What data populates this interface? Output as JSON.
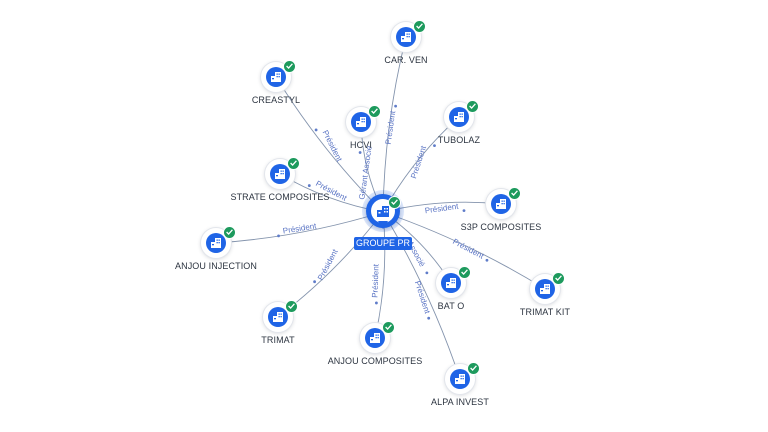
{
  "center": {
    "label": "GROUPE PR"
  },
  "colors": {
    "accent": "#1f64e6",
    "verified": "#1d9a5d",
    "edge": "#8494ad",
    "edge_label": "#5a74c4"
  },
  "icons": {
    "company": "building-icon",
    "status": "check-icon"
  },
  "nodes": [
    {
      "id": "car-ven",
      "label": "CAR. VEN",
      "relation": "Président"
    },
    {
      "id": "creastyl",
      "label": "CREASTYL",
      "relation": "Président"
    },
    {
      "id": "hcvi",
      "label": "HCVI",
      "relation": "Gérant Associé"
    },
    {
      "id": "tubolaz",
      "label": "TUBOLAZ",
      "relation": "Président"
    },
    {
      "id": "strate-composites",
      "label": "STRATE COMPOSITES",
      "relation": "Président"
    },
    {
      "id": "s3p-composites",
      "label": "S3P COMPOSITES",
      "relation": "Président"
    },
    {
      "id": "anjou-injection",
      "label": "ANJOU INJECTION",
      "relation": "Président"
    },
    {
      "id": "trimat-kit",
      "label": "TRIMAT KIT",
      "relation": "Président"
    },
    {
      "id": "bat-o",
      "label": "BAT O",
      "relation": "Associé"
    },
    {
      "id": "trimat",
      "label": "TRIMAT",
      "relation": "Président"
    },
    {
      "id": "anjou-composites",
      "label": "ANJOU COMPOSITES",
      "relation": "Président"
    },
    {
      "id": "alpa-invest",
      "label": "ALPA INVEST",
      "relation": "Président"
    }
  ]
}
